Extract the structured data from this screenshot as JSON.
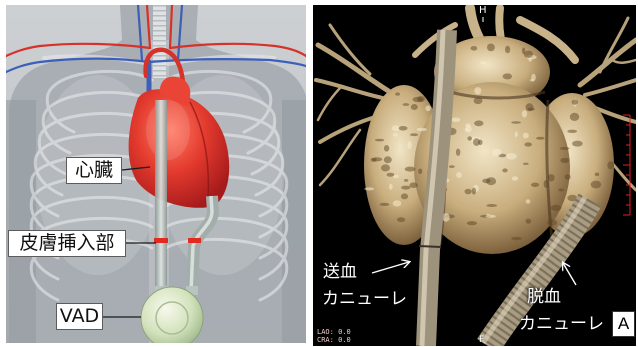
{
  "left_panel": {
    "labels": {
      "heart": "心臓",
      "skin_insertion_site": "皮膚挿入部",
      "device": "VAD"
    }
  },
  "right_panel": {
    "orientation_markers": {
      "top": "H",
      "bottom": "F"
    },
    "view_angles": {
      "lao": "LAO: 0.0",
      "cra": "CRA: 0.0"
    },
    "panel_label": "A",
    "outflow_cannula": {
      "line1": "送血",
      "line2": "カニューレ"
    },
    "inflow_cannula": {
      "line1": "脱血",
      "line2": "カニューレ"
    }
  },
  "colors": {
    "label_box": "#ffffff",
    "heart_red": "#e33a2e",
    "ct_background": "#000000",
    "ct_tissue": "#c9ae7e",
    "scale_red": "#e0202a",
    "annotation_text": "#ffffff"
  }
}
